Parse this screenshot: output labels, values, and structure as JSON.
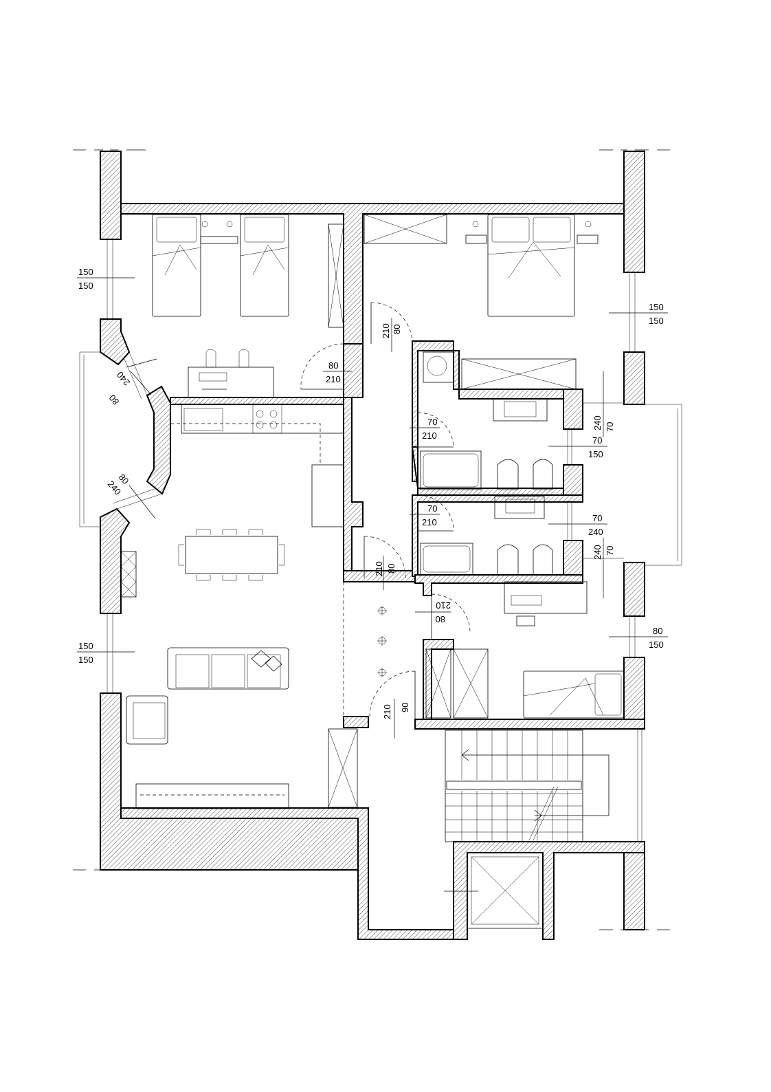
{
  "openings": [
    {
      "id": "bedroom1_window",
      "top": "150",
      "bottom": "150"
    },
    {
      "id": "living_window",
      "top": "150",
      "bottom": "150"
    },
    {
      "id": "bedroom2_window",
      "top": "150",
      "bottom": "150"
    },
    {
      "id": "bedroom3_window",
      "top": "80",
      "bottom": "150"
    },
    {
      "id": "bedroom1_door",
      "top": "80",
      "bottom": "210"
    },
    {
      "id": "bedroom2_door",
      "top": "80",
      "bottom": "210"
    },
    {
      "id": "bay_upper",
      "top": "80",
      "bottom": "240"
    },
    {
      "id": "bay_lower",
      "top": "80",
      "bottom": "240"
    },
    {
      "id": "bath1_door",
      "top": "70",
      "bottom": "210"
    },
    {
      "id": "bath2_door",
      "top": "70",
      "bottom": "210"
    },
    {
      "id": "bath1_window",
      "top": "70",
      "bottom": "150"
    },
    {
      "id": "bath2_window",
      "top": "70",
      "bottom": "240"
    },
    {
      "id": "balcony_door_upper",
      "top": "70",
      "bottom": "240"
    },
    {
      "id": "balcony_door_lower",
      "top": "70",
      "bottom": "240"
    },
    {
      "id": "living_door",
      "top": "80",
      "bottom": "210"
    },
    {
      "id": "bedroom3_door",
      "top": "80",
      "bottom": "210"
    },
    {
      "id": "entrance_door",
      "top": "90",
      "bottom": "210"
    }
  ]
}
